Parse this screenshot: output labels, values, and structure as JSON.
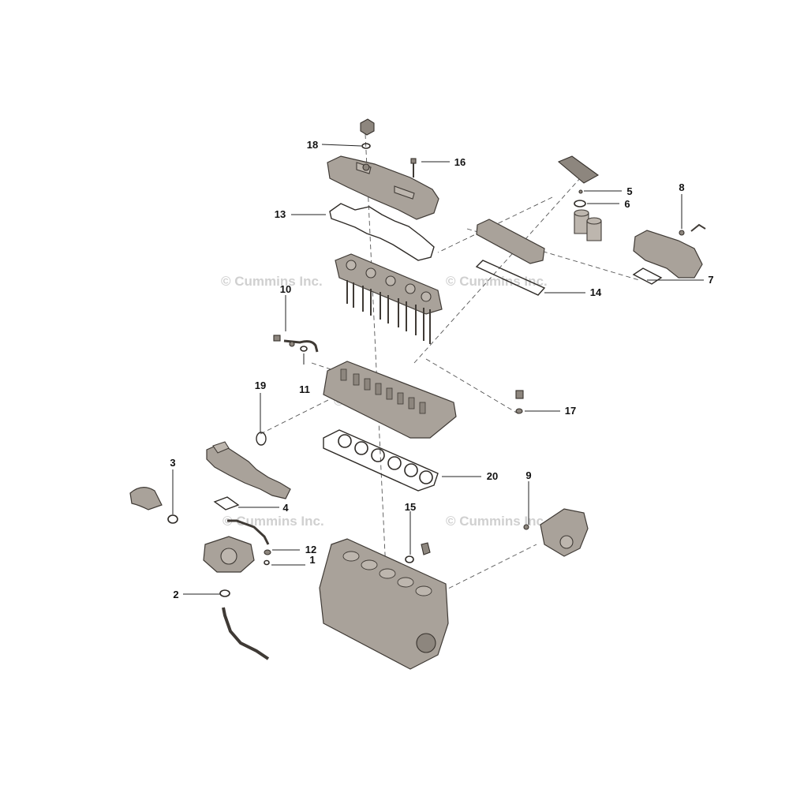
{
  "diagram": {
    "callouts": [
      {
        "label": "1"
      },
      {
        "label": "2"
      },
      {
        "label": "3"
      },
      {
        "label": "4"
      },
      {
        "label": "5"
      },
      {
        "label": "6"
      },
      {
        "label": "7"
      },
      {
        "label": "8"
      },
      {
        "label": "9"
      },
      {
        "label": "10"
      },
      {
        "label": "11"
      },
      {
        "label": "12"
      },
      {
        "label": "13"
      },
      {
        "label": "14"
      },
      {
        "label": "15"
      },
      {
        "label": "16"
      },
      {
        "label": "17"
      },
      {
        "label": "18"
      },
      {
        "label": "19"
      },
      {
        "label": "20"
      }
    ],
    "watermark": "© Cummins Inc."
  },
  "colors": {
    "part_fill": "#a9a29a",
    "outline": "#3f3a35",
    "watermark": "#c8c8c8",
    "text": "#111111"
  }
}
